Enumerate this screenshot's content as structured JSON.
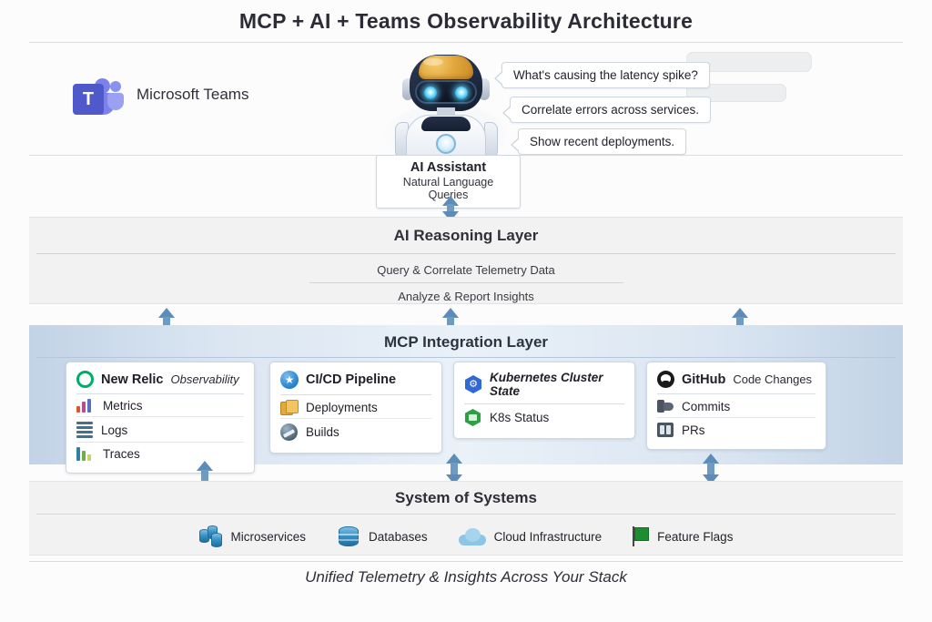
{
  "page": {
    "title": "MCP + AI + Teams Observability Architecture",
    "footer": "Unified Telemetry & Insights Across Your Stack",
    "background_color": "#fcfcfc",
    "accent_color": "#6e9bc2"
  },
  "teams": {
    "logo_letter": "T",
    "label": "Microsoft Teams",
    "brand_color": "#5059c9"
  },
  "assistant": {
    "title": "AI Assistant",
    "subtitle": "Natural Language Queries",
    "bubbles": [
      "What's causing the latency spike?",
      "Correlate errors across services.",
      "Show recent deployments."
    ],
    "ghost_bubbles": 2
  },
  "reasoning_layer": {
    "title": "AI Reasoning Layer",
    "items": [
      "Query & Correlate Telemetry Data",
      "Analyze & Report Insights"
    ]
  },
  "mcp_layer": {
    "title": "MCP Integration Layer",
    "band_color": "#c2d3e6",
    "cards": [
      {
        "id": "new-relic",
        "icon": "new-relic-icon",
        "title": "New Relic",
        "subtitle": "Observability",
        "subtitle_style": "italic",
        "brand_color": "#00ac69",
        "items": [
          {
            "icon": "metrics-bar-chart-icon",
            "label": "Metrics"
          },
          {
            "icon": "logs-lines-icon",
            "label": "Logs"
          },
          {
            "icon": "traces-bar-chart-icon",
            "label": "Traces"
          }
        ]
      },
      {
        "id": "cicd",
        "icon": "cicd-star-icon",
        "title": "CI/CD Pipeline",
        "subtitle": "",
        "brand_color": "#2f87cf",
        "items": [
          {
            "icon": "deployments-package-icon",
            "label": "Deployments"
          },
          {
            "icon": "builds-tool-icon",
            "label": "Builds"
          }
        ]
      },
      {
        "id": "kubernetes",
        "icon": "kubernetes-icon",
        "title": "Kubernetes Cluster State",
        "title_style": "italic",
        "subtitle": "",
        "brand_color": "#3069d3",
        "items": [
          {
            "icon": "k8s-status-icon",
            "label": "K8s Status"
          }
        ]
      },
      {
        "id": "github",
        "icon": "github-octocat-icon",
        "title": "GitHub",
        "subtitle": "Code Changes",
        "brand_color": "#1a1a1a",
        "items": [
          {
            "icon": "commits-icon",
            "label": "Commits"
          },
          {
            "icon": "pull-requests-icon",
            "label": "PRs"
          }
        ]
      }
    ]
  },
  "system_of_systems": {
    "title": "System of Systems",
    "items": [
      {
        "icon": "microservices-icon",
        "label": "Microservices"
      },
      {
        "icon": "databases-icon",
        "label": "Databases"
      },
      {
        "icon": "cloud-infrastructure-icon",
        "label": "Cloud Infrastructure"
      },
      {
        "icon": "feature-flags-icon",
        "label": "Feature Flags"
      }
    ]
  }
}
